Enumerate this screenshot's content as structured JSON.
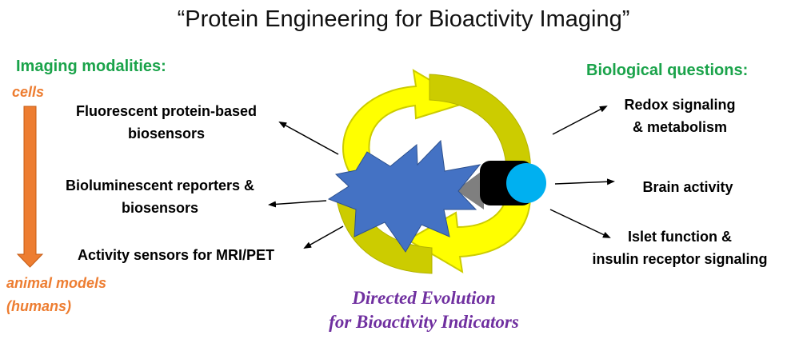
{
  "title": "“Protein Engineering for Bioactivity Imaging”",
  "left": {
    "heading": "Imaging modalities:",
    "scale_top": "cells",
    "scale_bottom_1": "animal models",
    "scale_bottom_2": "(humans)",
    "items": [
      {
        "line1": "Fluorescent protein-based",
        "line2": "biosensors"
      },
      {
        "line1": "Bioluminescent reporters &",
        "line2": "biosensors"
      },
      {
        "line1": "Activity sensors for MRI/PET"
      }
    ]
  },
  "right": {
    "heading": "Biological questions:",
    "items": [
      {
        "line1": "Redox signaling",
        "line2": "& metabolism"
      },
      {
        "line1": "Brain activity"
      },
      {
        "line1": "Islet function &",
        "line2": "insulin receptor signaling"
      }
    ]
  },
  "footer": {
    "line1": "Directed Evolution",
    "line2": "for Bioactivity Indicators"
  },
  "colors": {
    "green": "#1aa34a",
    "orange": "#ed7d31",
    "purple": "#7030a0",
    "yellow": "#ffff00",
    "olive": "#cccc00",
    "blue": "#4472c4",
    "cyan": "#00b0f0"
  }
}
